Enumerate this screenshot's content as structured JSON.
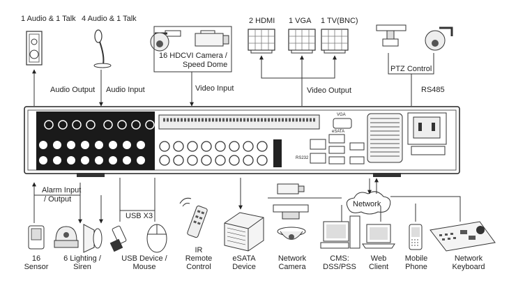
{
  "top_labels": {
    "audio_talk_1": "1 Audio  & 1 Talk",
    "audio_talk_4": "4 Audio & 1 Talk",
    "hdcvi_camera_line1": "16  HDCVI Camera /",
    "hdcvi_camera_line2": "Speed Dome",
    "hdmi": "2 HDMI",
    "vga": "1 VGA",
    "tv_bnc": "1 TV(BNC)",
    "ptz_control": "PTZ Control",
    "audio_output": "Audio  Output",
    "audio_input": "Audio  Input",
    "video_input": "Video Input",
    "video_output": "Video Output",
    "rs485": "RS485"
  },
  "panel_labels": {
    "vga_port": "VGA",
    "rs232_port": "RS232",
    "esata_port": "eSATA"
  },
  "bottom_labels": {
    "alarm_line1": "Alarm Input",
    "alarm_line2": "/ Output",
    "usb_x3": "USB X3",
    "network": "Network",
    "sensor_line1": "16",
    "sensor_line2": "Sensor",
    "lighting_line1": "6 Lighting /",
    "lighting_line2": "Siren",
    "usb_device_line1": "USB Device /",
    "usb_device_line2": "Mouse",
    "ir_line1": "IR",
    "ir_line2": "Remote",
    "ir_line3": "Control",
    "esata_line1": "eSATA",
    "esata_line2": "Device",
    "netcam_line1": "Network",
    "netcam_line2": "Camera",
    "cms_line1": "CMS:",
    "cms_line2": "DSS/PSS",
    "web_line1": "Web",
    "web_line2": "Client",
    "mobile_line1": "Mobile",
    "mobile_line2": "Phone",
    "keyboard_line1": "Network",
    "keyboard_line2": "Keyboard"
  },
  "icons": [
    "speaker-icon",
    "microphone-icon",
    "speed-dome-icon",
    "box-camera-icon",
    "monitor-icon",
    "ptz-camera-icon",
    "sensor-icon",
    "siren-icon",
    "lighting-icon",
    "usb-stick-icon",
    "mouse-icon",
    "remote-control-icon",
    "esata-device-icon",
    "network-camera-icon",
    "dome-camera-icon",
    "desktop-pc-icon",
    "laptop-icon",
    "mobile-phone-icon",
    "network-keyboard-icon",
    "network-cloud-icon"
  ]
}
